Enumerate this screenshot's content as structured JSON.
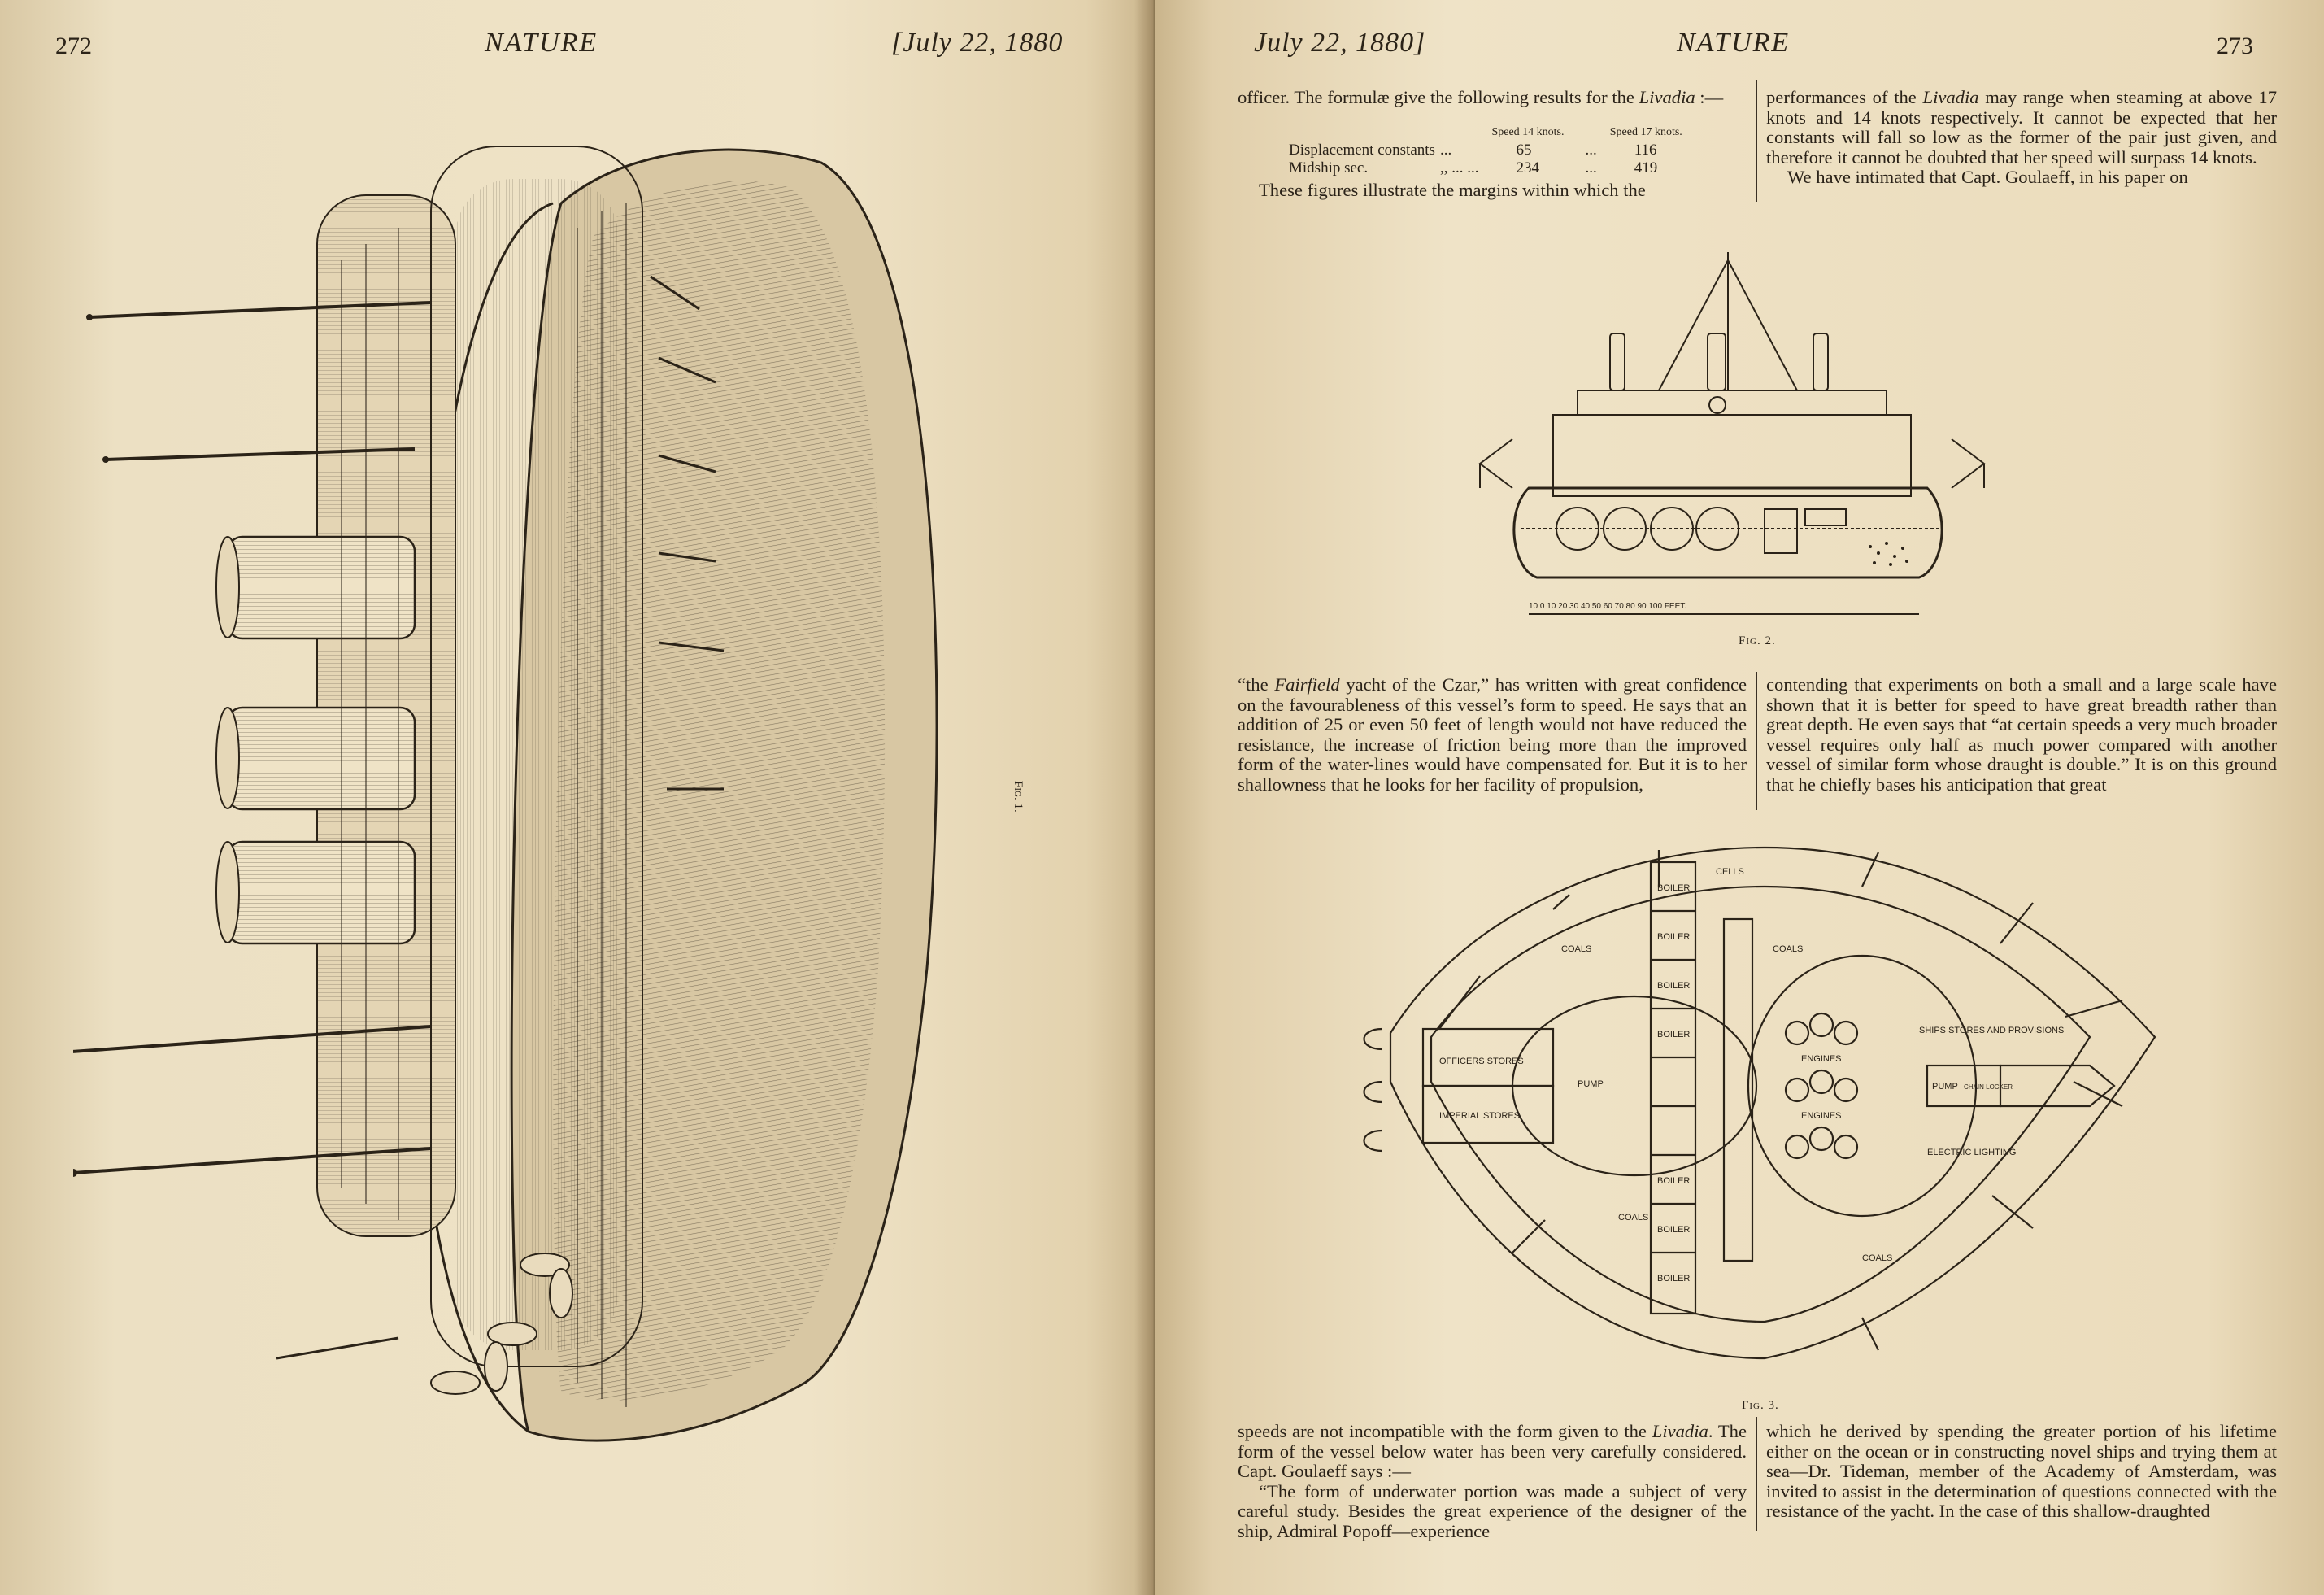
{
  "left_page": {
    "page_number": "272",
    "running_head": "NATURE",
    "running_date": "[July 22, 1880",
    "figure_caption": "Fig. 1."
  },
  "right_page": {
    "running_date": "July 22, 1880]",
    "running_head": "NATURE",
    "page_number": "273",
    "col1_top": {
      "p1_a": "officer. The formulæ give the following results for the ",
      "p1_em": "Livadia",
      "p1_b": " :—"
    },
    "table": {
      "head_speed14": "Speed 14 knots.",
      "head_speed17": "Speed 17 knots.",
      "row1_label": "Displacement constants",
      "row1_dots": "...",
      "row1_v14": "65",
      "row1_dots2": "...",
      "row1_v17": "116",
      "row2_label": "Midship sec.",
      "row2_dots": ",, ... ...",
      "row2_v14": "234",
      "row2_dots2": "...",
      "row2_v17": "419"
    },
    "col1_after_table": "These figures illustrate the margins within which the",
    "col2_top": {
      "p1_a": "performances of the ",
      "p1_em": "Livadia",
      "p1_b": " may range when steaming at above 17 knots and 14 knots respectively. It cannot be expected that her constants will fall so low as the former of the pair just given, and therefore it cannot be doubted that her speed will surpass 14 knots.",
      "p2": "We have intimated that Capt. Goulaeff, in his paper on"
    },
    "fig2_caption": "Fig. 2.",
    "fig2_scale": "10 0 10 20 30 40 50 60 70 80 90 100 FEET.",
    "col1_mid": {
      "a": "“the ",
      "em": "Fairfield",
      "b": " yacht of the Czar,” has written with great confidence on the favourableness of this vessel’s form to speed. He says that an addition of 25 or even 50 feet of length would not have reduced the resistance, the increase of friction being more than the improved form of the water-lines would have compensated for. But it is to her shallowness that he looks for her facility of propulsion,"
    },
    "col2_mid": "contending that experiments on both a small and a large scale have shown that it is better for speed to have great breadth rather than great depth. He even says that “at certain speeds a very much broader vessel requires only half as much power compared with another vessel of similar form whose draught is double.” It is on this ground that he chiefly bases his anticipation that great",
    "fig3_caption": "Fig. 3.",
    "fig3_labels": {
      "cells": "CELLS",
      "coals": "COALS",
      "boiler": "BOILER",
      "officers_stores": "OFFICERS STORES",
      "imperial_stores": "IMPERIAL STORES",
      "pump": "PUMP",
      "engines": "ENGINES",
      "ships_stores": "SHIPS STORES AND PROVISIONS",
      "chain_locker": "CHAIN LOCKER",
      "electric_lighting": "ELECTRIC LIGHTING"
    },
    "col1_bottom": {
      "a": "speeds are not incompatible with the form given to the ",
      "em": "Livadia",
      "b": ". The form of the vessel below water has been very carefully considered. Capt. Goulaeff says :—",
      "quote": "“The form of underwater portion was made a subject of very careful study. Besides the great experience of the designer of the ship, Admiral Popoff—experience"
    },
    "col2_bottom": "which he derived by spending the greater portion of his lifetime either on the ocean or in constructing novel ships and trying them at sea—Dr. Tideman, member of the Academy of Amsterdam, was invited to assist in the determination of questions connected with the resistance of the yacht. In the case of this shallow-draughted"
  }
}
